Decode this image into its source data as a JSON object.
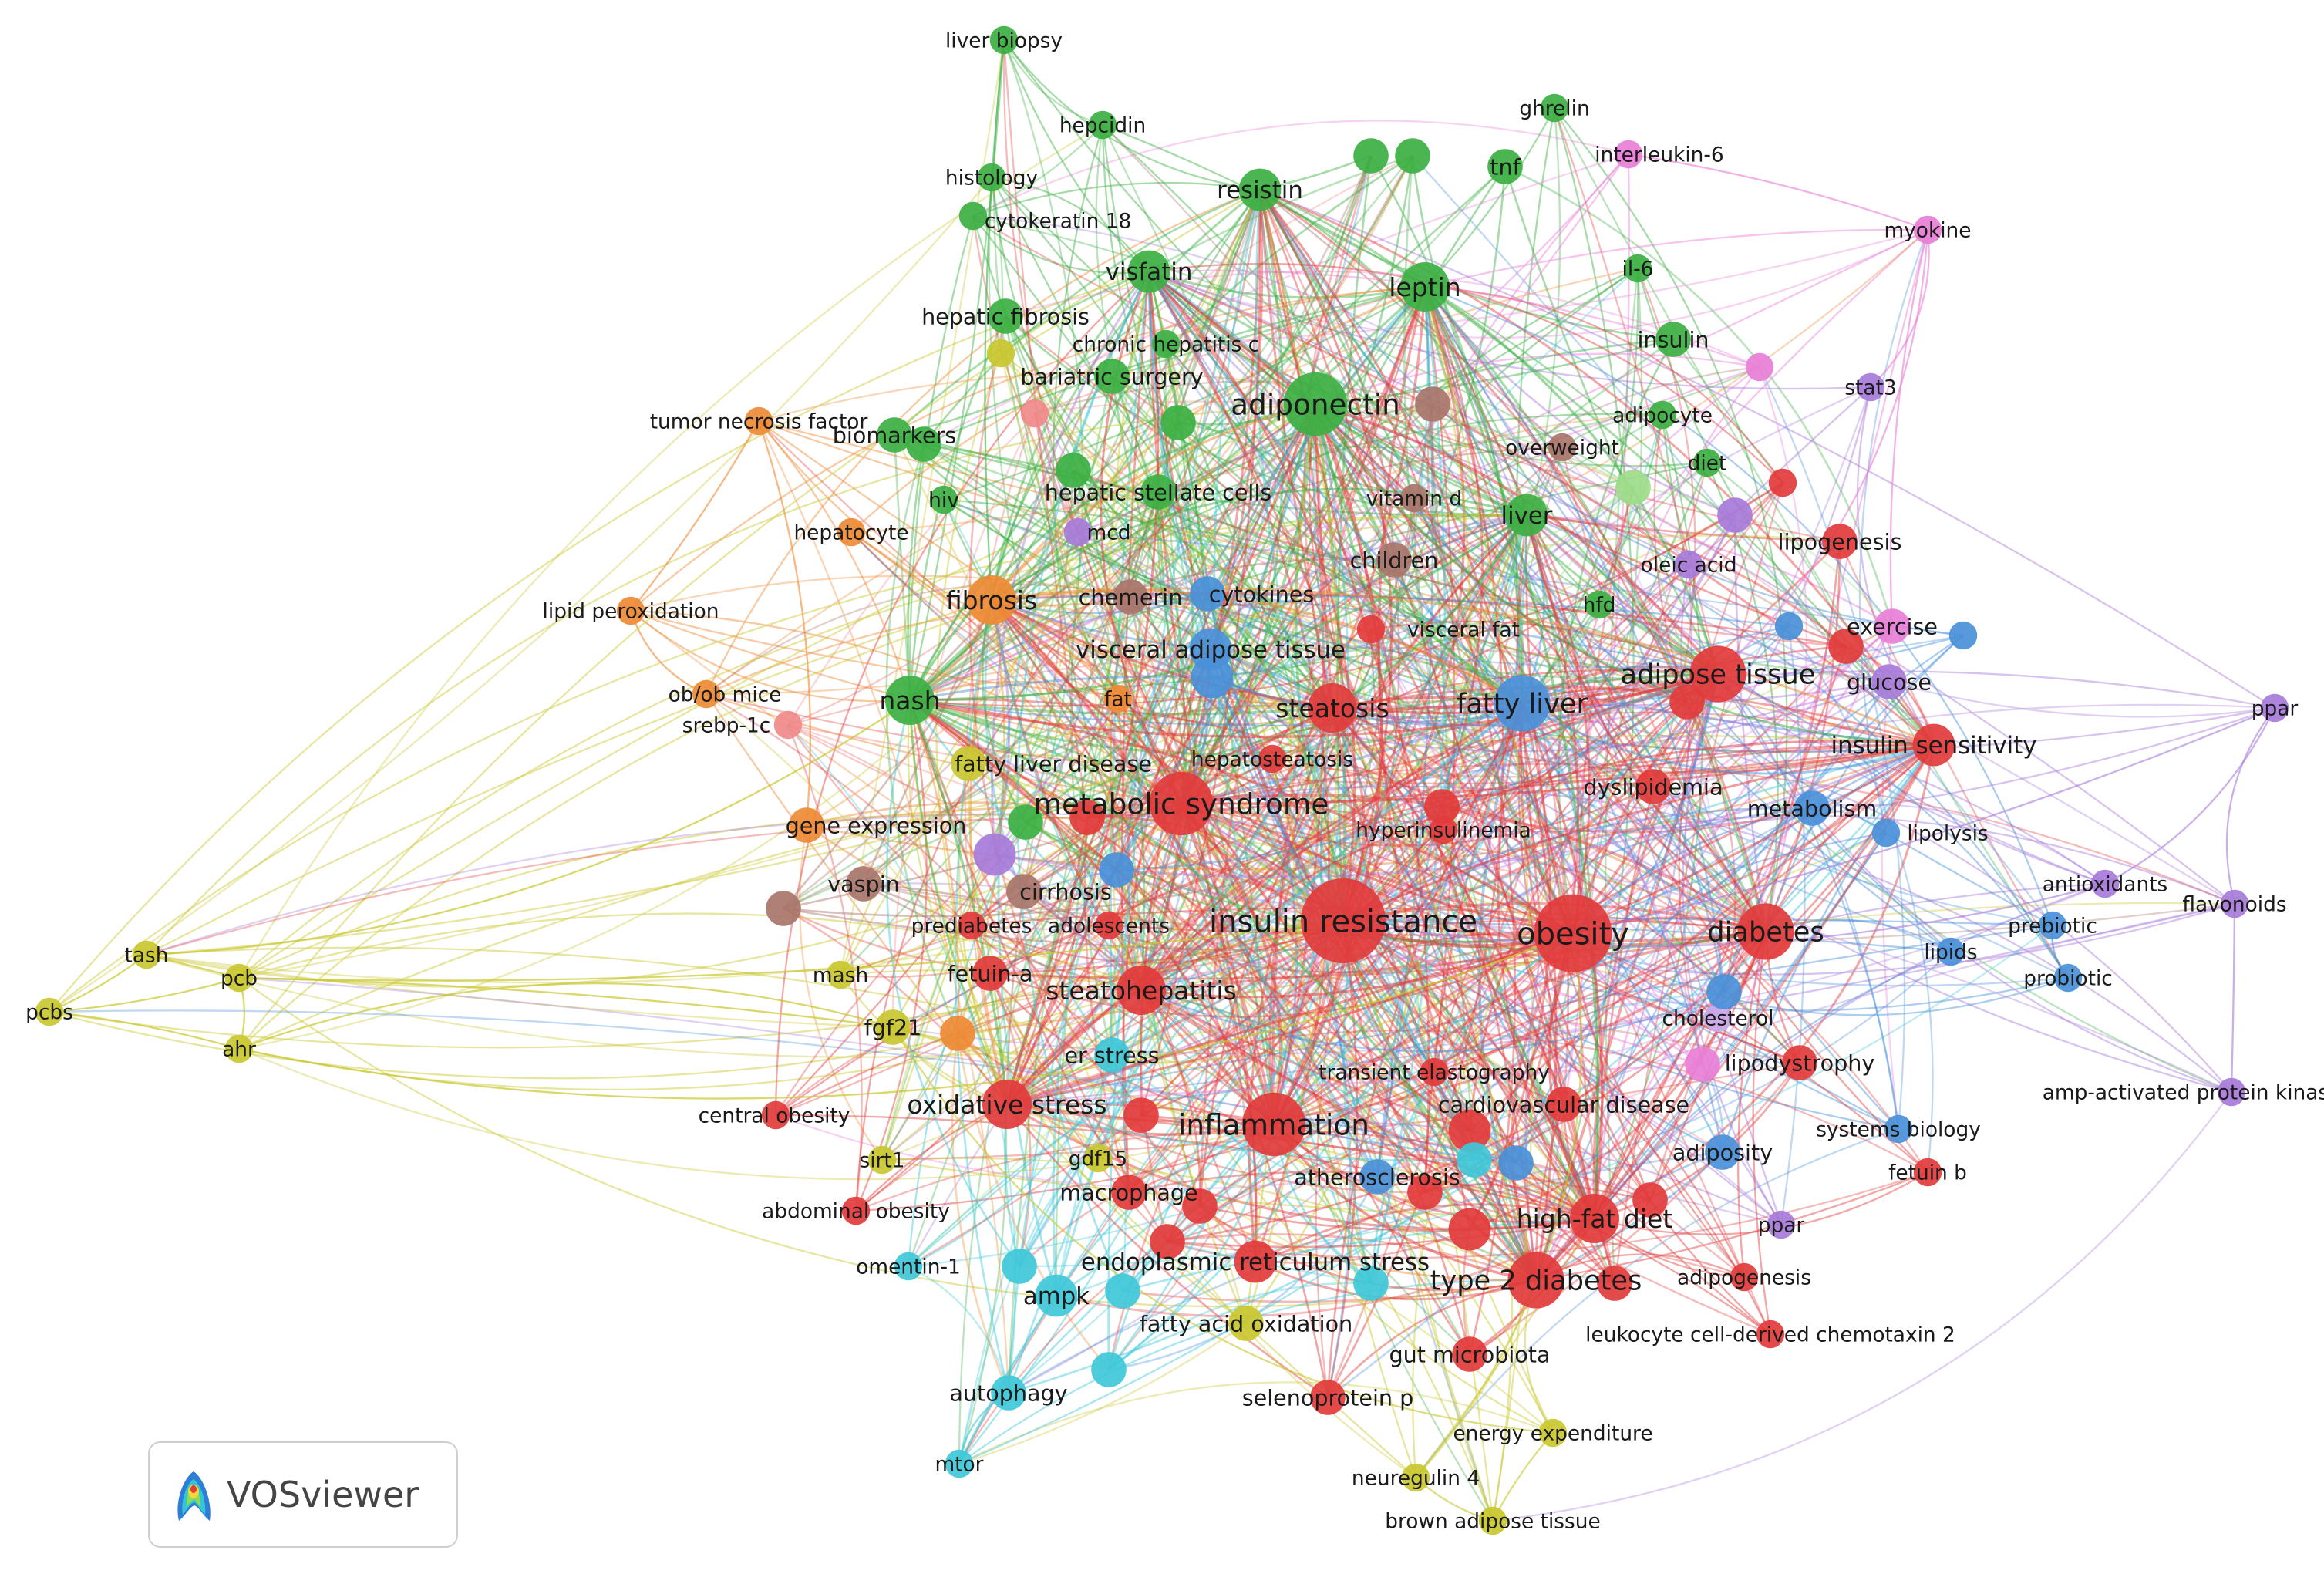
{
  "diagram": {
    "brand": "VOSviewer",
    "cluster_colors": {
      "red": "#e23b3b",
      "green": "#3cb042",
      "blue": "#4a90d9",
      "yellow": "#c9c72f",
      "purple": "#a77bd9",
      "cyan": "#3fc8d9",
      "orange": "#ee8a34",
      "brown": "#a8756a",
      "pink": "#e87fd6",
      "salmon": "#f08a8a",
      "lightgreen": "#9edc8a",
      "lavender": "#c9a8ea"
    },
    "nodes": [
      {
        "id": "liver-biopsy",
        "label": "liver biopsy",
        "c": "green",
        "w": 2
      },
      {
        "id": "hepcidin",
        "label": "hepcidin",
        "c": "green",
        "w": 2
      },
      {
        "id": "histology",
        "label": "histology",
        "c": "green",
        "w": 2
      },
      {
        "id": "cytokeratin-18",
        "label": "cytokeratin 18",
        "c": "green",
        "w": 2
      },
      {
        "id": "resistin",
        "label": "resistin",
        "c": "green",
        "w": 4
      },
      {
        "id": "ghrelin",
        "label": "ghrelin",
        "c": "green",
        "w": 2
      },
      {
        "id": "tnf",
        "label": "tnf",
        "c": "green",
        "w": 3
      },
      {
        "id": "interleukin-6",
        "label": "interleukin-6",
        "c": "pink",
        "w": 2
      },
      {
        "id": "myokine",
        "label": "myokine",
        "c": "pink",
        "w": 2
      },
      {
        "id": "visfatin",
        "label": "visfatin",
        "c": "green",
        "w": 4
      },
      {
        "id": "leptin",
        "label": "leptin",
        "c": "green",
        "w": 5
      },
      {
        "id": "il-6",
        "label": "il-6",
        "c": "green",
        "w": 2
      },
      {
        "id": "hepatic-fibrosis",
        "label": "hepatic fibrosis",
        "c": "green",
        "w": 3
      },
      {
        "id": "chronic-hepatitis-c",
        "label": "chronic hepatitis c",
        "c": "green",
        "w": 2
      },
      {
        "id": "insulin",
        "label": "insulin",
        "c": "green",
        "w": 3
      },
      {
        "id": "stat3",
        "label": "stat3",
        "c": "purple",
        "w": 2
      },
      {
        "id": "bariatric-surgery",
        "label": "bariatric surgery",
        "c": "green",
        "w": 3
      },
      {
        "id": "adiponectin",
        "label": "adiponectin",
        "c": "green",
        "w": 7
      },
      {
        "id": "adipocyte",
        "label": "adipocyte",
        "c": "green",
        "w": 2
      },
      {
        "id": "tumor-necrosis-factor",
        "label": "tumor necrosis factor",
        "c": "orange",
        "w": 2
      },
      {
        "id": "biomarkers",
        "label": "biomarkers",
        "c": "green",
        "w": 3
      },
      {
        "id": "overweight",
        "label": "overweight",
        "c": "brown",
        "w": 2
      },
      {
        "id": "diet",
        "label": "diet",
        "c": "green",
        "w": 2
      },
      {
        "id": "hiv",
        "label": "hiv",
        "c": "green",
        "w": 2
      },
      {
        "id": "hepatic-stellate-cells",
        "label": "hepatic stellate cells",
        "c": "green",
        "w": 3
      },
      {
        "id": "vitamin-d",
        "label": "vitamin d",
        "c": "brown",
        "w": 2
      },
      {
        "id": "hepatocyte",
        "label": "hepatocyte",
        "c": "orange",
        "w": 2
      },
      {
        "id": "mcd",
        "label": "mcd",
        "c": "purple",
        "w": 2
      },
      {
        "id": "liver",
        "label": "liver",
        "c": "green",
        "w": 4
      },
      {
        "id": "lipogenesis",
        "label": "lipogenesis",
        "c": "red",
        "w": 3
      },
      {
        "id": "children",
        "label": "children",
        "c": "brown",
        "w": 3
      },
      {
        "id": "oleic-acid",
        "label": "oleic acid",
        "c": "purple",
        "w": 2
      },
      {
        "id": "lipid-peroxidation",
        "label": "lipid peroxidation",
        "c": "orange",
        "w": 2
      },
      {
        "id": "fibrosis",
        "label": "fibrosis",
        "c": "orange",
        "w": 5
      },
      {
        "id": "chemerin",
        "label": "chemerin",
        "c": "brown",
        "w": 3
      },
      {
        "id": "cytokines",
        "label": "cytokines",
        "c": "blue",
        "w": 3
      },
      {
        "id": "exercise",
        "label": "exercise",
        "c": "pink",
        "w": 3
      },
      {
        "id": "visceral-fat",
        "label": "visceral fat",
        "c": "red",
        "w": 2
      },
      {
        "id": "hfd",
        "label": "hfd",
        "c": "green",
        "w": 2
      },
      {
        "id": "visceral-adipose-tissue",
        "label": "visceral adipose tissue",
        "c": "blue",
        "w": 4
      },
      {
        "id": "adipose-tissue",
        "label": "adipose tissue",
        "c": "red",
        "w": 6
      },
      {
        "id": "glucose",
        "label": "glucose",
        "c": "purple",
        "w": 3
      },
      {
        "id": "ppar-top",
        "label": "ppar",
        "c": "purple",
        "w": 2
      },
      {
        "id": "ob-ob-mice",
        "label": "ob/ob mice",
        "c": "orange",
        "w": 2
      },
      {
        "id": "nash",
        "label": "nash",
        "c": "green",
        "w": 5
      },
      {
        "id": "fat",
        "label": "fat",
        "c": "orange",
        "w": 2
      },
      {
        "id": "steatosis",
        "label": "steatosis",
        "c": "red",
        "w": 5
      },
      {
        "id": "fatty-liver",
        "label": "fatty liver",
        "c": "blue",
        "w": 6
      },
      {
        "id": "srebp-1c",
        "label": "srebp-1c",
        "c": "salmon",
        "w": 2
      },
      {
        "id": "fatty-liver-disease",
        "label": "fatty liver disease",
        "c": "yellow",
        "w": 3
      },
      {
        "id": "insulin-sensitivity",
        "label": "insulin sensitivity",
        "c": "red",
        "w": 4
      },
      {
        "id": "hepatosteatosis",
        "label": "hepatosteatosis",
        "c": "red",
        "w": 2
      },
      {
        "id": "dyslipidemia",
        "label": "dyslipidemia",
        "c": "red",
        "w": 3
      },
      {
        "id": "gene-expression",
        "label": "gene expression",
        "c": "orange",
        "w": 3
      },
      {
        "id": "metabolic-syndrome",
        "label": "metabolic syndrome",
        "c": "red",
        "w": 7
      },
      {
        "id": "metabolism",
        "label": "metabolism",
        "c": "blue",
        "w": 3
      },
      {
        "id": "hyperinsulinemia",
        "label": "hyperinsulinemia",
        "c": "red",
        "w": 2
      },
      {
        "id": "lipolysis",
        "label": "lipolysis",
        "c": "blue",
        "w": 2
      },
      {
        "id": "vaspin",
        "label": "vaspin",
        "c": "brown",
        "w": 3
      },
      {
        "id": "cirrhosis",
        "label": "cirrhosis",
        "c": "brown",
        "w": 3
      },
      {
        "id": "antioxidants",
        "label": "antioxidants",
        "c": "purple",
        "w": 2
      },
      {
        "id": "flavonoids",
        "label": "flavonoids",
        "c": "purple",
        "w": 2
      },
      {
        "id": "tash",
        "label": "tash",
        "c": "yellow",
        "w": 2
      },
      {
        "id": "prediabetes",
        "label": "prediabetes",
        "c": "red",
        "w": 2
      },
      {
        "id": "adolescents",
        "label": "adolescents",
        "c": "red",
        "w": 2
      },
      {
        "id": "insulin-resistance",
        "label": "insulin resistance",
        "c": "red",
        "w": 10
      },
      {
        "id": "obesity",
        "label": "obesity",
        "c": "red",
        "w": 9
      },
      {
        "id": "diabetes",
        "label": "diabetes",
        "c": "red",
        "w": 6
      },
      {
        "id": "prebiotic",
        "label": "prebiotic",
        "c": "blue",
        "w": 2
      },
      {
        "id": "pcb",
        "label": "pcb",
        "c": "yellow",
        "w": 2
      },
      {
        "id": "lipids",
        "label": "lipids",
        "c": "blue",
        "w": 2
      },
      {
        "id": "mash",
        "label": "mash",
        "c": "yellow",
        "w": 2
      },
      {
        "id": "fetuin-a",
        "label": "fetuin-a",
        "c": "red",
        "w": 3
      },
      {
        "id": "steatohepatitis",
        "label": "steatohepatitis",
        "c": "red",
        "w": 5
      },
      {
        "id": "probiotic",
        "label": "probiotic",
        "c": "blue",
        "w": 2
      },
      {
        "id": "pcbs",
        "label": "pcbs",
        "c": "yellow",
        "w": 2
      },
      {
        "id": "fgf21",
        "label": "fgf21",
        "c": "yellow",
        "w": 3
      },
      {
        "id": "cholesterol",
        "label": "cholesterol",
        "c": "lavender",
        "w": 2
      },
      {
        "id": "ahr",
        "label": "ahr",
        "c": "yellow",
        "w": 2
      },
      {
        "id": "er-stress",
        "label": "er stress",
        "c": "cyan",
        "w": 3
      },
      {
        "id": "lipodystrophy",
        "label": "lipodystrophy",
        "c": "red",
        "w": 3
      },
      {
        "id": "transient-elastography",
        "label": "transient elastography",
        "c": "red",
        "w": 2
      },
      {
        "id": "amp-kinase",
        "label": "amp-activated protein kinase (ampk)",
        "c": "purple",
        "w": 2
      },
      {
        "id": "central-obesity",
        "label": "central obesity",
        "c": "red",
        "w": 2
      },
      {
        "id": "oxidative-stress",
        "label": "oxidative stress",
        "c": "red",
        "w": 5
      },
      {
        "id": "cardiovascular-disease",
        "label": "cardiovascular disease",
        "c": "red",
        "w": 3
      },
      {
        "id": "inflammation",
        "label": "inflammation",
        "c": "red",
        "w": 7
      },
      {
        "id": "systems-biology",
        "label": "systems biology",
        "c": "blue",
        "w": 2
      },
      {
        "id": "adiposity",
        "label": "adiposity",
        "c": "blue",
        "w": 3
      },
      {
        "id": "sirt1",
        "label": "sirt1",
        "c": "yellow",
        "w": 2
      },
      {
        "id": "gdf15",
        "label": "gdf15",
        "c": "yellow",
        "w": 2
      },
      {
        "id": "atherosclerosis",
        "label": "atherosclerosis",
        "c": "blue",
        "w": 3
      },
      {
        "id": "fetuin-b",
        "label": "fetuin b",
        "c": "red",
        "w": 2
      },
      {
        "id": "macrophage",
        "label": "macrophage",
        "c": "red",
        "w": 3
      },
      {
        "id": "abdominal-obesity",
        "label": "abdominal obesity",
        "c": "red",
        "w": 2
      },
      {
        "id": "high-fat-diet",
        "label": "high-fat diet",
        "c": "red",
        "w": 5
      },
      {
        "id": "ppar-bottom",
        "label": "ppar",
        "c": "purple",
        "w": 2
      },
      {
        "id": "omentin-1",
        "label": "omentin-1",
        "c": "cyan",
        "w": 2
      },
      {
        "id": "endoplasmic-reticulum-stress",
        "label": "endoplasmic reticulum stress",
        "c": "red",
        "w": 4
      },
      {
        "id": "type-2-diabetes",
        "label": "type 2 diabetes",
        "c": "red",
        "w": 6
      },
      {
        "id": "adipogenesis",
        "label": "adipogenesis",
        "c": "red",
        "w": 2
      },
      {
        "id": "ampk",
        "label": "ampk",
        "c": "cyan",
        "w": 4
      },
      {
        "id": "fatty-acid-oxidation",
        "label": "fatty acid oxidation",
        "c": "yellow",
        "w": 3
      },
      {
        "id": "lcd-chemotaxin-2",
        "label": "leukocyte cell-derived chemotaxin 2",
        "c": "red",
        "w": 2
      },
      {
        "id": "gut-microbiota",
        "label": "gut microbiota",
        "c": "red",
        "w": 3
      },
      {
        "id": "autophagy",
        "label": "autophagy",
        "c": "cyan",
        "w": 3
      },
      {
        "id": "selenoprotein-p",
        "label": "selenoprotein p",
        "c": "red",
        "w": 3
      },
      {
        "id": "energy-expenditure",
        "label": "energy expenditure",
        "c": "yellow",
        "w": 2
      },
      {
        "id": "neuregulin-4",
        "label": "neuregulin 4",
        "c": "yellow",
        "w": 2
      },
      {
        "id": "mtor",
        "label": "mtor",
        "c": "cyan",
        "w": 2
      },
      {
        "id": "brown-adipose-tissue",
        "label": "brown adipose tissue",
        "c": "yellow",
        "w": 2
      },
      {
        "id": "u1",
        "label": "",
        "c": "green",
        "w": 3
      },
      {
        "id": "u2",
        "label": "",
        "c": "green",
        "w": 3
      },
      {
        "id": "u3",
        "label": "",
        "c": "yellow",
        "w": 2
      },
      {
        "id": "u4",
        "label": "",
        "c": "salmon",
        "w": 2
      },
      {
        "id": "u5",
        "label": "",
        "c": "green",
        "w": 3
      },
      {
        "id": "u6",
        "label": "",
        "c": "green",
        "w": 3
      },
      {
        "id": "u7",
        "label": "",
        "c": "brown",
        "w": 3
      },
      {
        "id": "u8",
        "label": "",
        "c": "green",
        "w": 3
      },
      {
        "id": "u9",
        "label": "",
        "c": "lightgreen",
        "w": 3
      },
      {
        "id": "u10",
        "label": "",
        "c": "red",
        "w": 2
      },
      {
        "id": "u11",
        "label": "",
        "c": "purple",
        "w": 3
      },
      {
        "id": "u12",
        "label": "",
        "c": "pink",
        "w": 2
      },
      {
        "id": "u13",
        "label": "",
        "c": "blue",
        "w": 4
      },
      {
        "id": "u14",
        "label": "",
        "c": "red",
        "w": 3
      },
      {
        "id": "u15",
        "label": "",
        "c": "blue",
        "w": 2
      },
      {
        "id": "u16",
        "label": "",
        "c": "blue",
        "w": 2
      },
      {
        "id": "u17",
        "label": "",
        "c": "red",
        "w": 3
      },
      {
        "id": "u18",
        "label": "",
        "c": "red",
        "w": 3
      },
      {
        "id": "u19",
        "label": "",
        "c": "green",
        "w": 3
      },
      {
        "id": "u20",
        "label": "",
        "c": "purple",
        "w": 4
      },
      {
        "id": "u21",
        "label": "",
        "c": "blue",
        "w": 3
      },
      {
        "id": "u22",
        "label": "",
        "c": "red",
        "w": 3
      },
      {
        "id": "u23",
        "label": "",
        "c": "brown",
        "w": 3
      },
      {
        "id": "u24",
        "label": "",
        "c": "orange",
        "w": 3
      },
      {
        "id": "u25",
        "label": "",
        "c": "red",
        "w": 3
      },
      {
        "id": "u26",
        "label": "",
        "c": "red",
        "w": 4
      },
      {
        "id": "u27",
        "label": "",
        "c": "cyan",
        "w": 3
      },
      {
        "id": "u28",
        "label": "",
        "c": "blue",
        "w": 3
      },
      {
        "id": "u29",
        "label": "",
        "c": "red",
        "w": 3
      },
      {
        "id": "u30",
        "label": "",
        "c": "red",
        "w": 4
      },
      {
        "id": "u31",
        "label": "",
        "c": "red",
        "w": 3
      },
      {
        "id": "u32",
        "label": "",
        "c": "cyan",
        "w": 3
      },
      {
        "id": "u33",
        "label": "",
        "c": "cyan",
        "w": 3
      },
      {
        "id": "u34",
        "label": "",
        "c": "cyan",
        "w": 3
      },
      {
        "id": "u35",
        "label": "",
        "c": "red",
        "w": 3
      },
      {
        "id": "u36",
        "label": "",
        "c": "red",
        "w": 3
      },
      {
        "id": "u37",
        "label": "",
        "c": "red",
        "w": 3
      },
      {
        "id": "u38",
        "label": "",
        "c": "cyan",
        "w": 3
      },
      {
        "id": "u39",
        "label": "",
        "c": "blue",
        "w": 3
      },
      {
        "id": "u40",
        "label": "",
        "c": "pink",
        "w": 3
      }
    ]
  }
}
